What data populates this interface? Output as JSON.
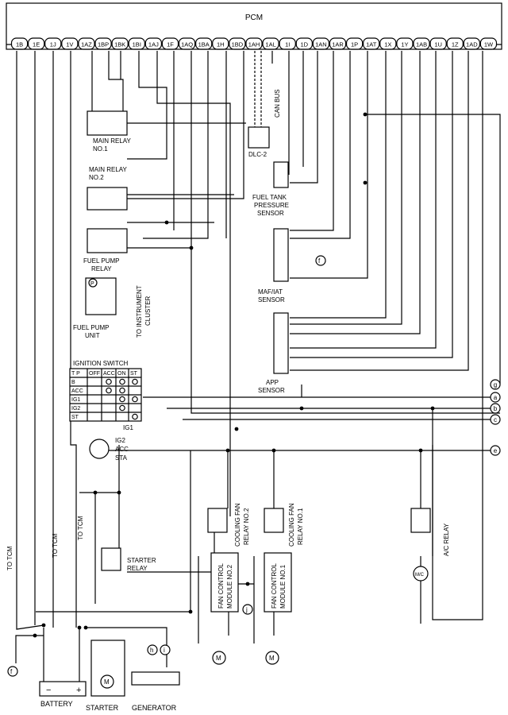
{
  "pcm": {
    "title": "PCM",
    "pins": [
      "1B",
      "1E",
      "1J",
      "1V",
      "1AZ",
      "1BP",
      "1BK",
      "1BI",
      "1AJ",
      "1F",
      "1AQ",
      "1BA",
      "1H",
      "1BD",
      "1AH",
      "1AL",
      "1I",
      "1D",
      "1AN",
      "1AR",
      "1P",
      "1AT",
      "1X",
      "1Y",
      "1AB",
      "1U",
      "1Z",
      "1AD",
      "1W"
    ]
  },
  "labels": {
    "can_bus": "CAN BUS",
    "dlc": "DLC-2",
    "main_relay_1": [
      "MAIN RELAY",
      "NO.1"
    ],
    "main_relay_2": [
      "MAIN RELAY",
      "NO.2"
    ],
    "fuel_pump_relay": [
      "FUEL PUMP",
      "RELAY"
    ],
    "fuel_pump_unit": [
      "FUEL PUMP",
      "UNIT"
    ],
    "to_instrument_cluster": [
      "TO INSTRUMENT",
      "CLUSTER"
    ],
    "fuel_tank_sensor": [
      "FUEL TANK",
      "PRESSURE",
      "SENSOR"
    ],
    "maf_sensor": [
      "MAF/IAT",
      "SENSOR"
    ],
    "app_sensor": [
      "APP",
      "SENSOR"
    ],
    "ignition_switch": "IGNITION SWITCH",
    "ig1": "IG1",
    "ig2": "IG2",
    "acc": "ACC",
    "sta": "STA",
    "to_tcm": "TO TCM",
    "starter_relay": [
      "STARTER",
      "RELAY"
    ],
    "cooling_fan_relay_2": [
      "COOLING FAN",
      "RELAY NO.2"
    ],
    "cooling_fan_relay_1": [
      "COOLING FAN",
      "RELAY NO.1"
    ],
    "fan_module_2": [
      "FAN CONTROL",
      "MODULE NO.2"
    ],
    "fan_module_1": [
      "FAN CONTROL",
      "MODULE NO.1"
    ],
    "ac_relay": "A/C RELAY",
    "mc": "M/C",
    "motor": "M",
    "battery": "BATTERY",
    "starter": "STARTER",
    "generator": "GENERATOR",
    "battery_minus": "−",
    "battery_plus": "+",
    "p": "P"
  },
  "ignition_table": {
    "header": [
      "T P",
      "OFF",
      "ACC",
      "ON",
      "ST"
    ],
    "rows": [
      {
        "name": "B",
        "marks": [
          0,
          1,
          1,
          1
        ]
      },
      {
        "name": "ACC",
        "marks": [
          0,
          1,
          1,
          0
        ]
      },
      {
        "name": "IG1",
        "marks": [
          0,
          0,
          1,
          1
        ]
      },
      {
        "name": "IG2",
        "marks": [
          0,
          0,
          1,
          0
        ]
      },
      {
        "name": "ST",
        "marks": [
          0,
          0,
          0,
          1
        ]
      }
    ]
  },
  "connectors": {
    "right": [
      "g",
      "a",
      "b",
      "c",
      "e"
    ],
    "f": "f",
    "h": "h",
    "i": "i",
    "j": "j"
  }
}
